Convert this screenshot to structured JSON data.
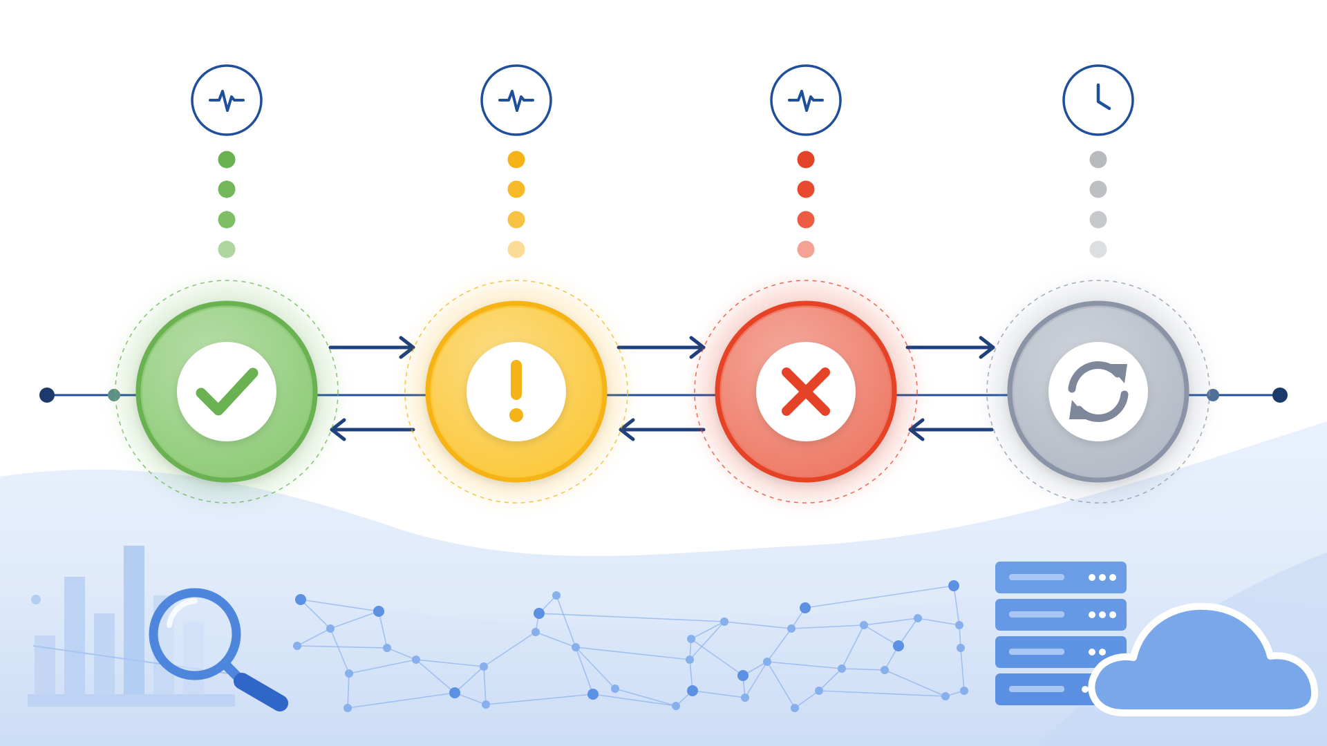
{
  "colors": {
    "background": "#ffffff",
    "navy": "#1f4e9a",
    "arrow": "#1d3f7c",
    "healthy": "#6ab251",
    "warning": "#f6b318",
    "error": "#e54328",
    "recovering": "#9ca5b3",
    "light_blue": "#cfe0f7",
    "mid_blue": "#7aa7ea",
    "deep_blue": "#4a7fd4"
  },
  "states": [
    {
      "key": "healthy",
      "monitor_icon": "heartbeat-icon",
      "status_icon": "checkmark-icon",
      "fill_color": "#8fcb78",
      "ring_color": "#6ab251",
      "dot_colors": [
        "#6ab251",
        "#72b85a",
        "#7dbe66",
        "#aed69e"
      ]
    },
    {
      "key": "warning",
      "monitor_icon": "heartbeat-icon",
      "status_icon": "exclamation-icon",
      "fill_color": "#fbc93c",
      "ring_color": "#f6b318",
      "dot_colors": [
        "#f6b318",
        "#f7b928",
        "#f8c242",
        "#fbdc96"
      ]
    },
    {
      "key": "error",
      "monitor_icon": "heartbeat-icon",
      "status_icon": "x-mark-icon",
      "fill_color": "#ee7a66",
      "ring_color": "#e54328",
      "dot_colors": [
        "#e54328",
        "#e84a30",
        "#ec5b44",
        "#f4a294"
      ]
    },
    {
      "key": "recovering",
      "monitor_icon": "clock-icon",
      "status_icon": "refresh-icon",
      "fill_color": "#b4bbc6",
      "ring_color": "#8a94a6",
      "dot_colors": [
        "#b8babd",
        "#bdbfc2",
        "#c6c8cb",
        "#dcdee0"
      ]
    }
  ],
  "decorations": {
    "left": [
      "bar-chart-icon",
      "magnifier-icon"
    ],
    "center": "network-mesh",
    "right": [
      "server-rack-icon",
      "cloud-icon"
    ]
  }
}
